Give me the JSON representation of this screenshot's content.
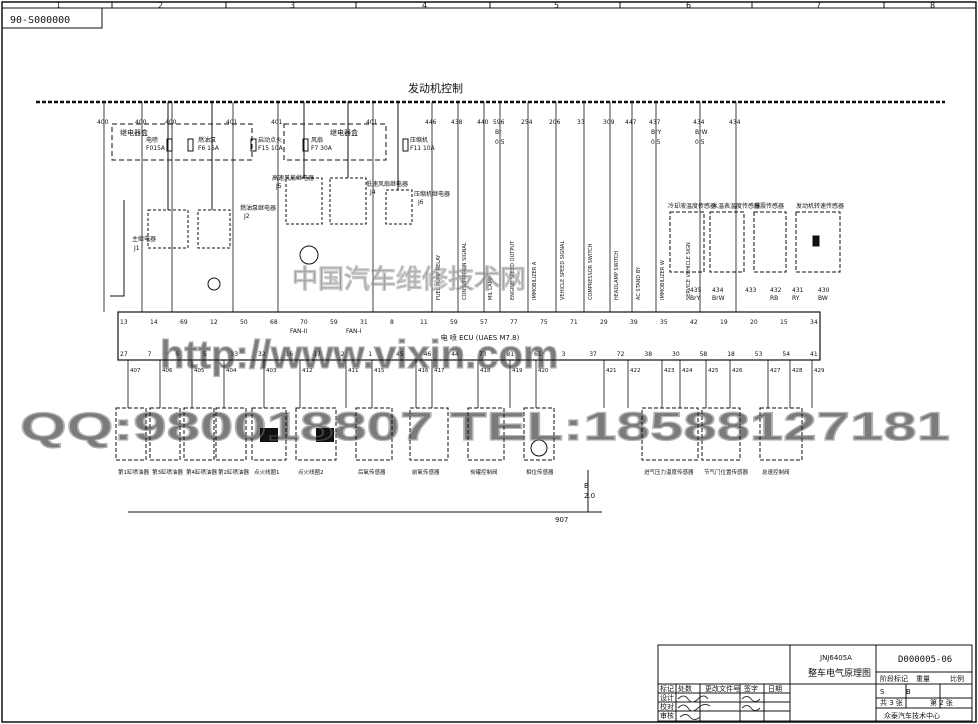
{
  "header": {
    "doc_id": "90-S000000",
    "columns": [
      "1",
      "2",
      "3",
      "4",
      "5",
      "6",
      "7",
      "8"
    ]
  },
  "title": "发动机控制",
  "top_wires": [
    "400",
    "400",
    "400",
    "401",
    "401",
    "401",
    "446",
    "438",
    "440",
    "596",
    "254",
    "206",
    "33",
    "309",
    "447",
    "437",
    "434",
    "434"
  ],
  "top_wire_colors": [
    "",
    "",
    "",
    "",
    "",
    "",
    "",
    "",
    "",
    "Br",
    "",
    "",
    "",
    "",
    "",
    "BrY",
    "BrW",
    ""
  ],
  "top_wire_sizes": [
    "",
    "",
    "",
    "",
    "",
    "",
    "",
    "",
    "",
    "0.5",
    "",
    "",
    "",
    "",
    "",
    "0.5",
    "0.5",
    ""
  ],
  "relay_boxes": {
    "box1": "继电器盒",
    "box2": "继电器盒"
  },
  "fuses": [
    {
      "label": "电喷",
      "rating": "F015A"
    },
    {
      "label": "燃油泵",
      "rating": "F6 15A"
    },
    {
      "label": "启动点火",
      "rating": "F15 10A"
    },
    {
      "label": "风扇",
      "rating": "F7 30A"
    },
    {
      "label": "压缩机",
      "rating": "F11 10A"
    }
  ],
  "relays": [
    {
      "name": "主继电器",
      "code": "J1"
    },
    {
      "name": "燃油泵继电器",
      "code": "J2"
    },
    {
      "name": "高速风扇继电器",
      "code": "J5"
    },
    {
      "name": "低速风扇继电器",
      "code": "J4"
    },
    {
      "name": "压缩机继电器",
      "code": "J6"
    }
  ],
  "ecu_pins_top": [
    "13",
    "14",
    "69",
    "12",
    "50",
    "68",
    "70",
    "59",
    "31",
    "8",
    "11",
    "59",
    "57",
    "77",
    "75",
    "71",
    "29",
    "39",
    "35",
    "42",
    "19",
    "20",
    "15",
    "34"
  ],
  "ecu_pins_bottom": [
    "27",
    "7",
    "6",
    "5",
    "33",
    "32",
    "16",
    "17",
    "2",
    "1",
    "45",
    "46",
    "44",
    "73",
    "81",
    "61",
    "3",
    "37",
    "72",
    "38",
    "30",
    "58",
    "18",
    "53",
    "54",
    "41"
  ],
  "ecu_label": "电 喷 ECU (UAES M7.8)",
  "fan_labels": [
    "FAN-II",
    "FAN-I"
  ],
  "signal_labels": [
    "FUEL PUMP RELAY",
    "CONSUMPTION SIGNAL",
    "MIL LAMP",
    "ENGINE SPEED OUTPUT",
    "IMMOBILIZER A",
    "VEHICLE SPEED SIGNAL",
    "COMPRESSOR SWITCH",
    "HEADLAMP SWITCH",
    "AC STAND BY",
    "IMMOBILIZER W",
    "SERVICE VEHICLE SIGN"
  ],
  "sensors_top": [
    "冷却液温度传感器",
    "水温表温度传感器",
    "爆震传感器",
    "发动机转速传感器"
  ],
  "sensor_top_wires": [
    {
      "ids": [
        "435",
        "434"
      ],
      "colors": [
        "BrY",
        "BrW"
      ]
    },
    {
      "ids": [
        "433"
      ],
      "colors": [
        ""
      ]
    },
    {
      "ids": [
        "432",
        "431"
      ],
      "colors": [
        "RB",
        "RY"
      ]
    },
    {
      "ids": [
        "430"
      ],
      "colors": [
        "BW"
      ]
    }
  ],
  "bottom_components": [
    "第1缸喷油器",
    "第3缸喷油器",
    "第4缸喷油器",
    "第2缸喷油器",
    "点火线圈1",
    "点火线圈2",
    "后氧传感器",
    "前氧传感器",
    "炭罐控制阀",
    "相位传感器",
    "进气压力温度传感器",
    "节气门位置传感器",
    "怠速控制阀"
  ],
  "bottom_wire_ids": [
    "407",
    "406",
    "405",
    "404",
    "403",
    "412",
    "411",
    "415",
    "416",
    "417",
    "418",
    "419",
    "420",
    "421",
    "422",
    "423",
    "424",
    "425",
    "426",
    "427",
    "428",
    "429"
  ],
  "ground": {
    "id": "907",
    "label": "B",
    "size": "2.0"
  },
  "title_block": {
    "model": "JNJ6405A",
    "drawing_title": "整车电气原理图",
    "drawing_no": "D000005-06",
    "header_labels": [
      "标记",
      "处数",
      "更改文件号",
      "签字",
      "日期"
    ],
    "row_labels": [
      "设计",
      "校对",
      "审核"
    ],
    "stage_labels": [
      "阶段标记",
      "重量",
      "比例"
    ],
    "stage_value": "S",
    "scale_value": "B",
    "sheet_total": "共 3 张",
    "sheet_no": "第 2 张",
    "company": "众泰汽车技术中心"
  },
  "watermark": {
    "url": "http://www.vixin.com",
    "contact": "QQ:980018807 TEL:18588127181",
    "name": "中国汽车维修技术网"
  },
  "colors": {
    "ink": "#111111",
    "watermark": "#c8c8c8"
  }
}
